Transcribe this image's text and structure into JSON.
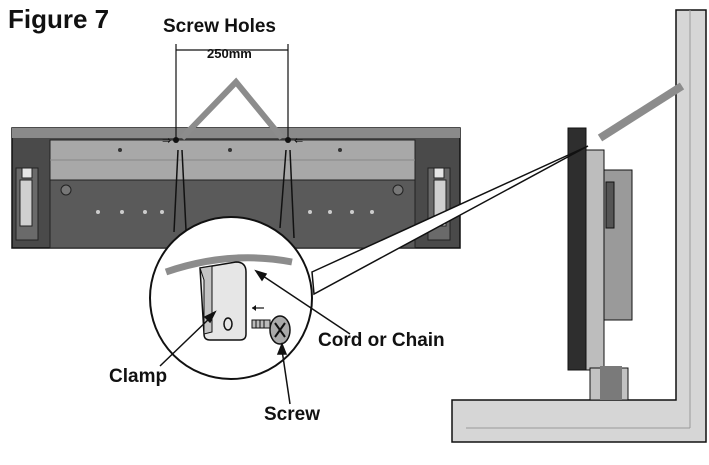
{
  "figure": {
    "title": "Figure 7",
    "labels": {
      "screw_holes": "Screw Holes",
      "spacing": "250mm",
      "cord_or_chain": "Cord or Chain",
      "clamp": "Clamp",
      "screw": "Screw"
    }
  },
  "colors": {
    "panel_dark": "#4a4a4a",
    "panel_mid": "#7a7a7a",
    "panel_light": "#a8a8a8",
    "cord": "#8c8c8c",
    "wall": "#d6d6d6",
    "outline": "#111111"
  }
}
